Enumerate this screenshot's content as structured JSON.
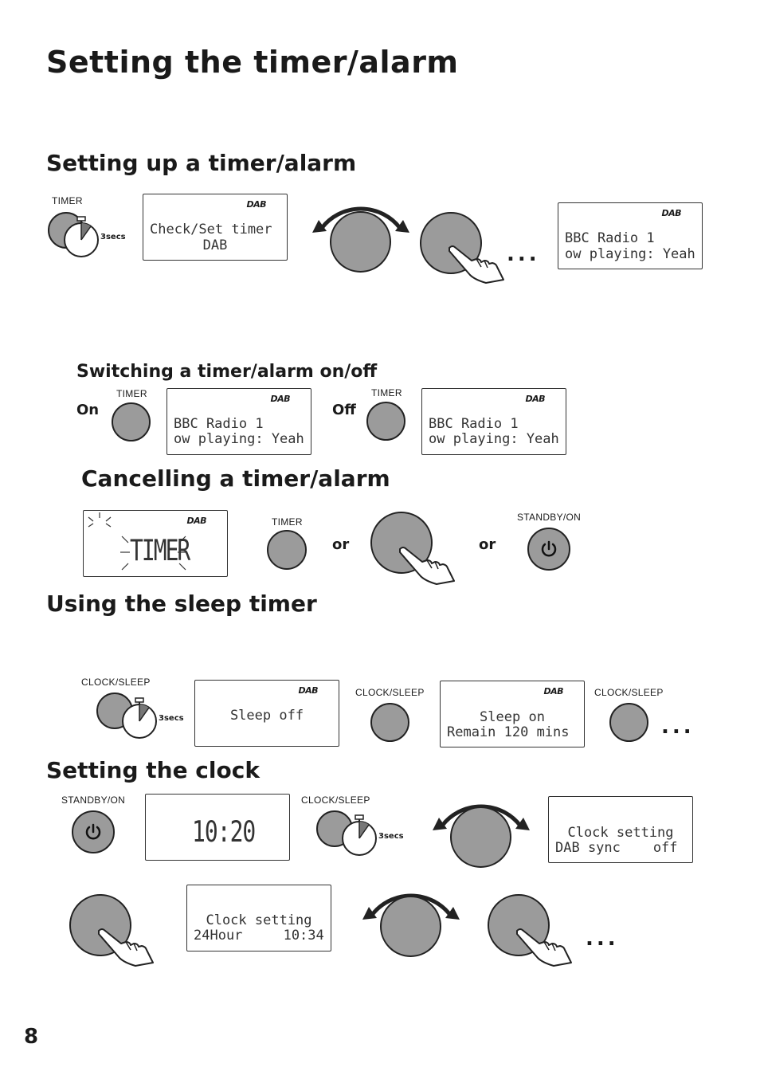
{
  "title": "Setting the timer/alarm",
  "sections": {
    "setup": {
      "heading": "Setting up a timer/alarm",
      "timer_label": "TIMER",
      "secs": "3secs",
      "lcd1": {
        "badge": "DAB",
        "line1": "Check/Set timer",
        "line2": "DAB"
      },
      "ellipsis": "...",
      "lcd2": {
        "badge": "DAB",
        "line1": "BBC Radio 1",
        "line2": "ow playing: Yeah"
      }
    },
    "switching": {
      "heading": "Switching a timer/alarm on/off",
      "on_word": "On",
      "off_word": "Off",
      "timer_label_on": "TIMER",
      "timer_label_off": "TIMER",
      "lcd_on": {
        "badge": "DAB",
        "line1": "BBC Radio 1",
        "line2": "ow playing: Yeah"
      },
      "lcd_off": {
        "badge": "DAB",
        "line1": "BBC Radio 1",
        "line2": "ow playing: Yeah"
      }
    },
    "cancel": {
      "heading": "Cancelling a timer/alarm",
      "lcd": {
        "badge": "DAB",
        "text": "TIMER"
      },
      "timer_label": "TIMER",
      "or1": "or",
      "or2": "or",
      "standby_label": "STANDBY/ON"
    },
    "sleep": {
      "heading": "Using the sleep timer",
      "clock_label_1": "CLOCK/SLEEP",
      "secs": "3secs",
      "lcd1": {
        "badge": "DAB",
        "line1": "Sleep off"
      },
      "clock_label_2": "CLOCK/SLEEP",
      "lcd2": {
        "badge": "DAB",
        "line1": "Sleep on",
        "line2": "Remain 120 mins"
      },
      "clock_label_3": "CLOCK/SLEEP",
      "ellipsis": "..."
    },
    "clock": {
      "heading": "Setting the clock",
      "standby_label": "STANDBY/ON",
      "lcd_time": "10:20",
      "clock_label": "CLOCK/SLEEP",
      "secs": "3secs",
      "lcd_sync": {
        "line1": "Clock setting",
        "line2": "DAB sync    off"
      },
      "lcd_hour": {
        "line1": "Clock setting",
        "line2": "24Hour     10:34"
      },
      "ellipsis": "..."
    }
  },
  "page_number": "8",
  "colors": {
    "button_fill": "#9b9b9b",
    "ink": "#1a1a1a"
  }
}
